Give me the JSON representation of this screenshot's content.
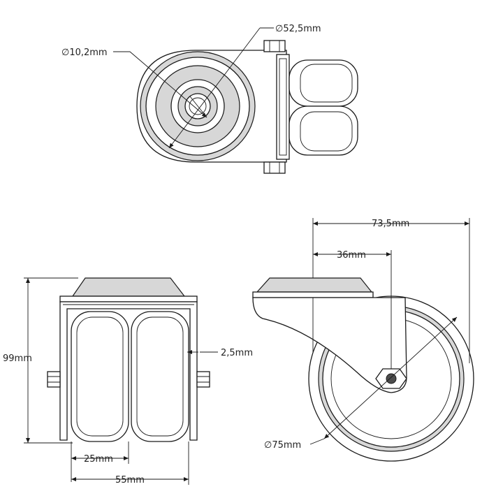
{
  "dimensions": {
    "bore": "∅10,2mm",
    "plate": "∅52,5mm",
    "width_total": "73,5mm",
    "offset": "36mm",
    "height": "99mm",
    "gap": "2,5mm",
    "wheel_diameter": "∅75mm",
    "wheel_width": "25mm",
    "overall_width": "55mm"
  },
  "colors": {
    "line": "#1a1a1a",
    "fill_light": "#d7d7d7",
    "fill_dark": "#4d4d4d"
  }
}
